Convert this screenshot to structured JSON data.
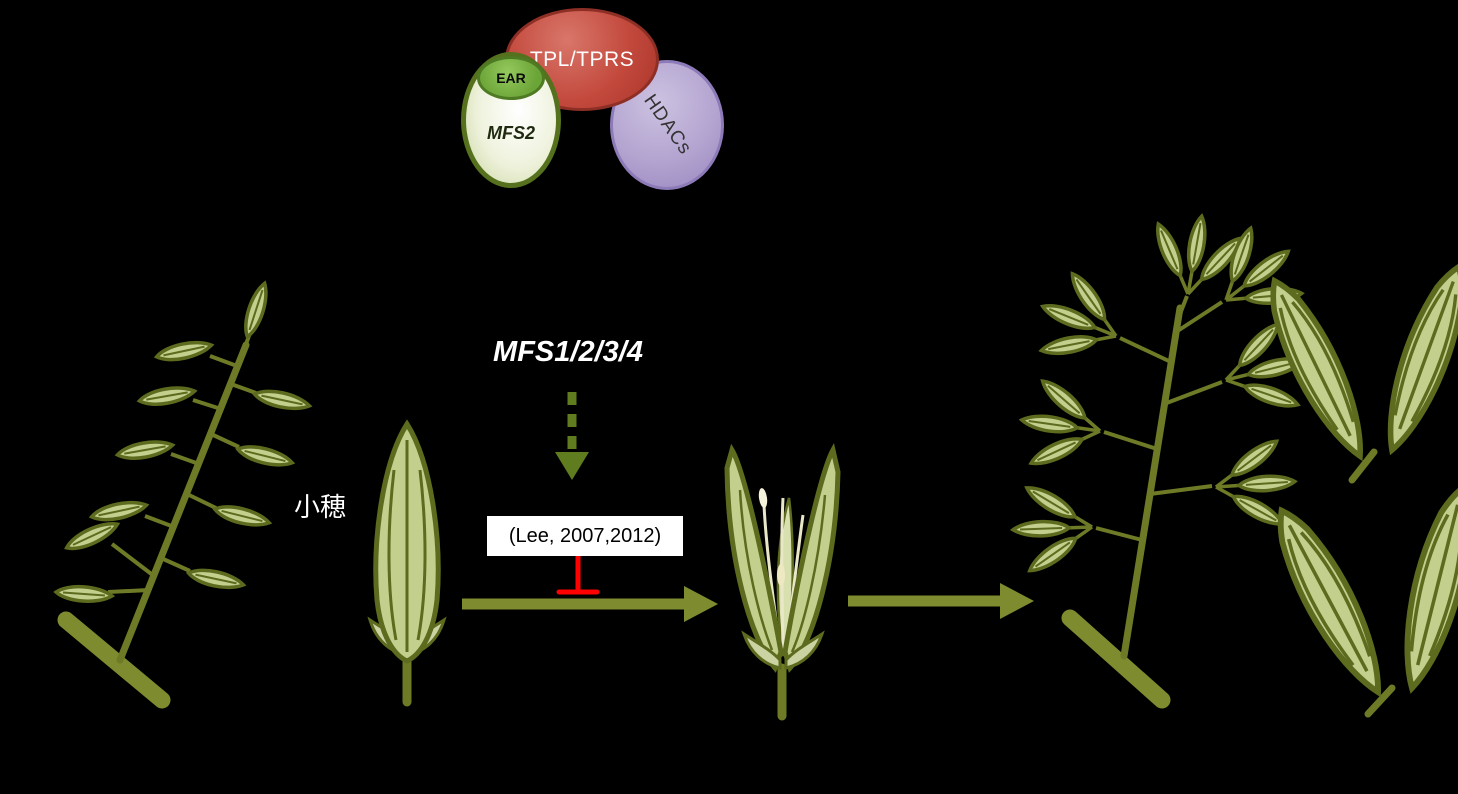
{
  "figure": {
    "background": "#000000"
  },
  "complex": {
    "tpl": {
      "label": "TPL/TPRS"
    },
    "ear": {
      "label": "EAR"
    },
    "mfs2": {
      "label": "MFS2"
    },
    "hdacs": {
      "label": "HDACs"
    }
  },
  "pathway": {
    "gene_label": "MFS1/2/3/4",
    "citation": "(Lee, 2007,2012)",
    "spikelet_label": "小穂"
  },
  "icons": {
    "dashed_down_arrow": "dashed-down-arrow",
    "inhibition_t_bar": "inhibition-t-bar",
    "flow_arrow": "right-arrow"
  },
  "colors": {
    "tpl_fill": "#c3493d",
    "ear_fill": "#6ba437",
    "mfs2_fill": "#eef2dc",
    "mfs2_border": "#55711d",
    "hdacs_fill": "#b3a4d0",
    "arrow_olive": "#7f8b2f",
    "dashed_arrow_green": "#5f7d1e",
    "inhibition_red": "#ff0000",
    "spikelet_fill": "#c3cf8d",
    "spikelet_outline": "#5d6b1f",
    "stem": "#6e7a26"
  }
}
